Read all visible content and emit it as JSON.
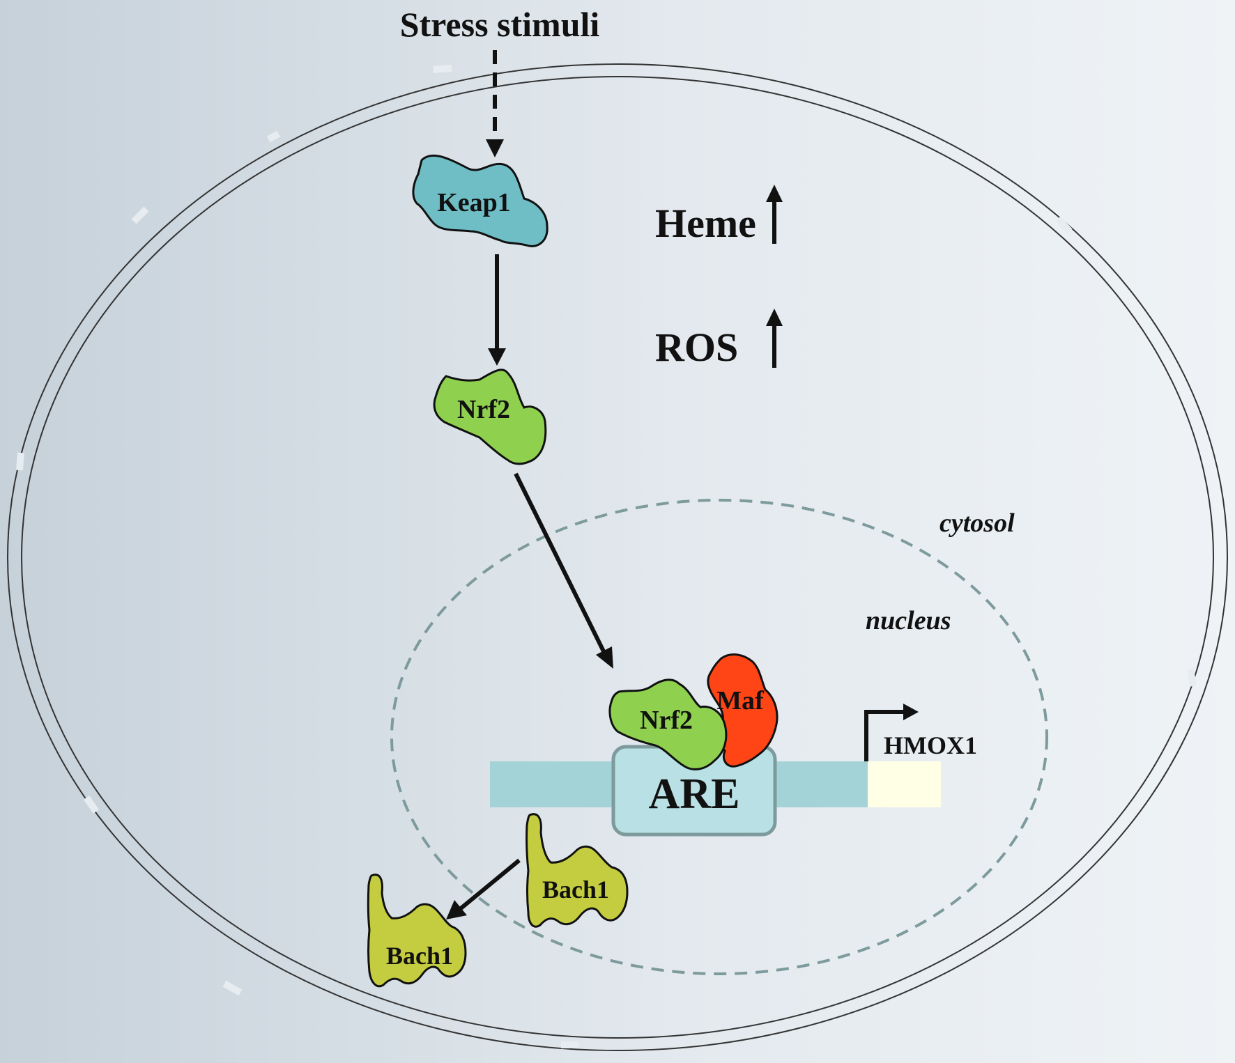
{
  "title": "Stress stimuli",
  "proteins": {
    "keap1": "Keap1",
    "nrf2_cytosol": "Nrf2",
    "nrf2_nucleus": "Nrf2",
    "maf": "Maf",
    "bach1_nucleus": "Bach1",
    "bach1_cytosol": "Bach1"
  },
  "indicators": {
    "heme": "Heme",
    "ros": "ROS"
  },
  "compartments": {
    "cytosol": "cytosol",
    "nucleus": "nucleus"
  },
  "dna": {
    "are": "ARE",
    "gene": "HMOX1"
  },
  "colors": {
    "keap1": "#6fbdc5",
    "nrf2": "#8fd14f",
    "maf": "#ff4515",
    "bach1": "#c4cd3f",
    "dna_strand": "#a3d3d6",
    "are_box": "#b9e0e4",
    "gene_box": "#ffffe6",
    "nucleus_border": "#7d9a9c",
    "background_left": "#c8d3db",
    "background_right": "#eef2f5"
  }
}
